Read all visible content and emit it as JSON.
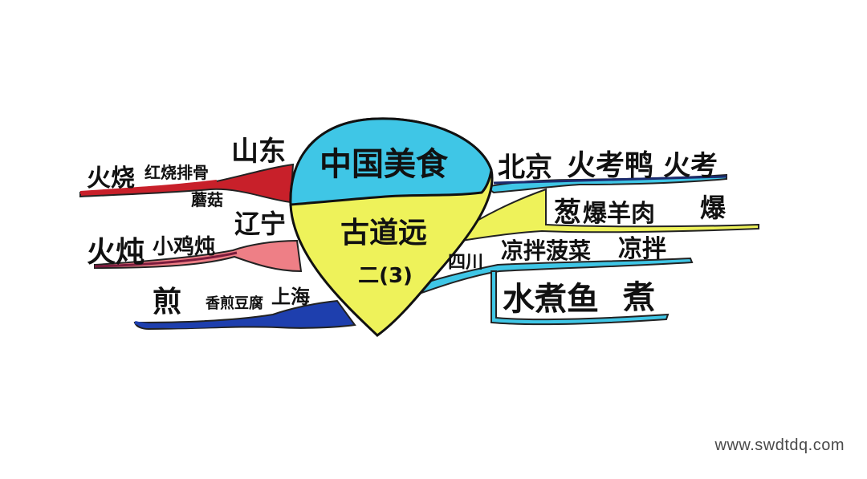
{
  "center": {
    "title": "中国美食",
    "name": "古道远",
    "class": "二(3)"
  },
  "colors": {
    "title_fill": "#3fc6e6",
    "body_fill": "#eef25a",
    "red": "#c8202a",
    "pink": "#ee7f86",
    "blue": "#1e3fae",
    "yellow": "#eef25a",
    "cyan": "#3fc6e6"
  },
  "branches": {
    "shandong": {
      "region": "山东",
      "dish": "红烧排骨",
      "method": "烧",
      "method_prefix": "火"
    },
    "liaoning": {
      "region": "辽宁",
      "dish": "小鸡炖蘑菇",
      "dish_a": "小鸡炖",
      "dish_b": "蘑菇",
      "method": "炖",
      "method_prefix": "火"
    },
    "shanghai": {
      "region": "上海",
      "dish": "香煎豆腐",
      "method": "煎"
    },
    "beijing": {
      "region": "北京",
      "dish": "烤鸭",
      "method": "烤",
      "method_full": "火考",
      "dish_full": "火考鸭"
    },
    "beijing2": {
      "dish": "葱爆羊肉",
      "dish_a": "葱",
      "dish_b": "爆羊肉",
      "method": "爆"
    },
    "sichuan": {
      "region": "四川",
      "dish": "凉拌菠菜",
      "method": "凉拌"
    },
    "sichuan2": {
      "dish": "水煮鱼",
      "method": "煮"
    }
  },
  "watermark": "www.swdtdq.com"
}
